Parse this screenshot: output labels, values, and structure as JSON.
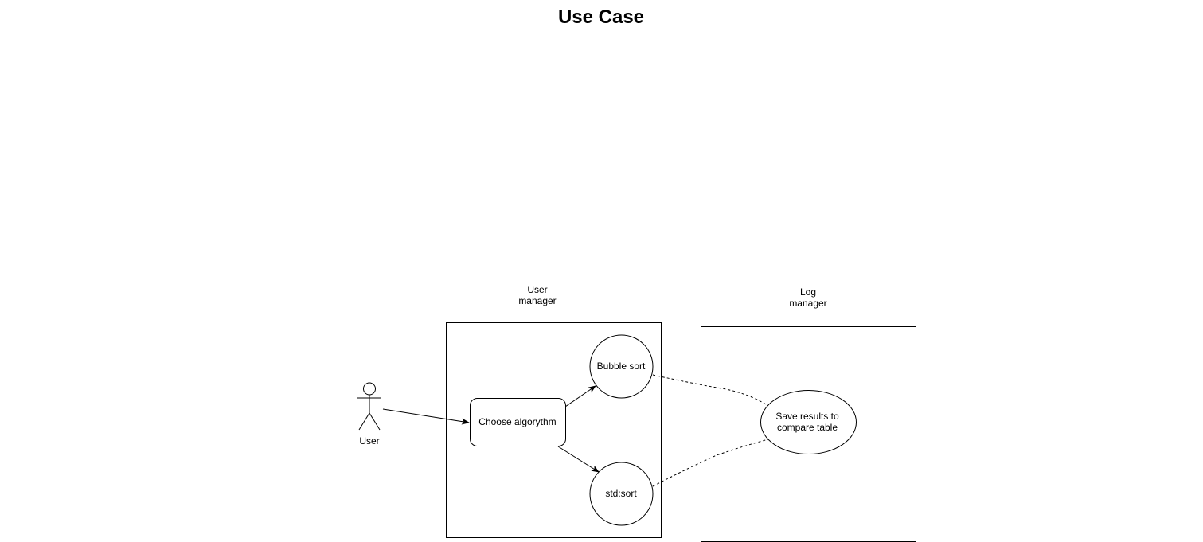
{
  "title": "Use Case",
  "actor": {
    "label": "User"
  },
  "systems": {
    "user_manager": {
      "label_line1": "User",
      "label_line2": "manager"
    },
    "log_manager": {
      "label_line1": "Log",
      "label_line2": "manager"
    }
  },
  "use_cases": {
    "choose_algorithm": "Choose algorythm",
    "bubble_sort": "Bubble sort",
    "std_sort": "std:sort",
    "save_results_line1": "Save results to",
    "save_results_line2": "compare table"
  },
  "colors": {
    "stroke": "#000000",
    "background": "#ffffff"
  }
}
